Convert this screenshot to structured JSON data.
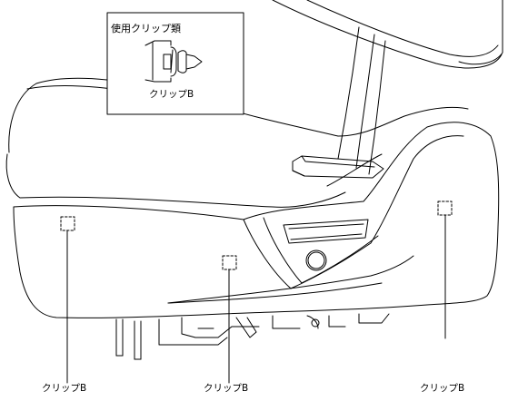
{
  "legend": {
    "title": "使用クリップ類",
    "clip_label": "クリップB"
  },
  "callouts": [
    {
      "label": "クリップB"
    },
    {
      "label": "クリップB"
    },
    {
      "label": "クリップB"
    }
  ]
}
